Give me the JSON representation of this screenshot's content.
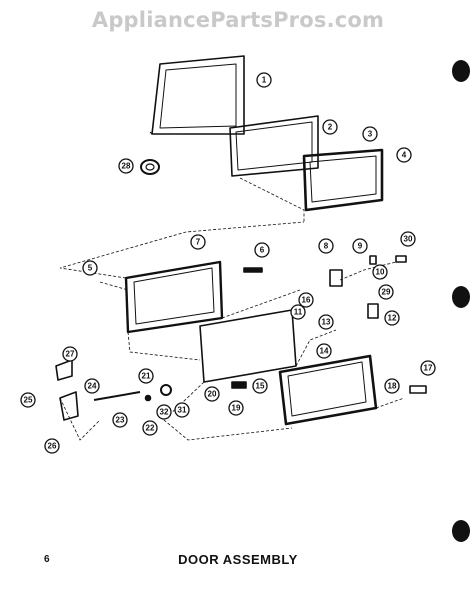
{
  "watermark": "AppliancePartsPros.com",
  "caption": "DOOR ASSEMBLY",
  "page_number": "6",
  "callouts": [
    "1",
    "2",
    "3",
    "4",
    "5",
    "6",
    "7",
    "8",
    "9",
    "10",
    "11",
    "12",
    "13",
    "14",
    "15",
    "16",
    "17",
    "18",
    "19",
    "20",
    "21",
    "22",
    "23",
    "24",
    "25",
    "26",
    "27",
    "28",
    "29",
    "30",
    "31",
    "32"
  ],
  "colors": {
    "ink": "#111111",
    "watermark": "#c9c9c9",
    "background": "#ffffff"
  }
}
